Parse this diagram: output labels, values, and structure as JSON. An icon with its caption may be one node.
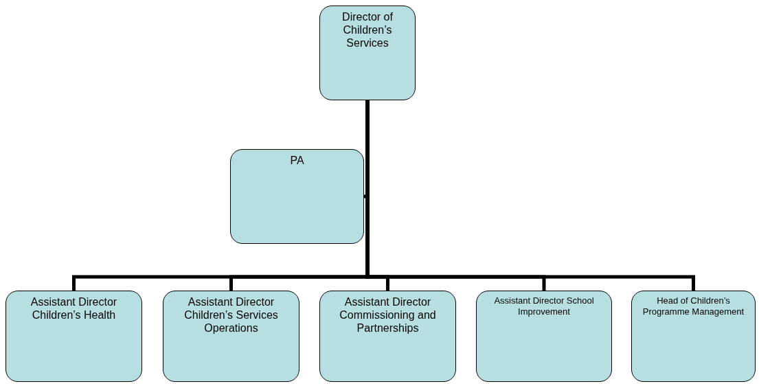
{
  "diagram": {
    "nodes": [
      {
        "text": [
          "Director of Children’s Services"
        ]
      },
      {
        "text": [
          "PA"
        ]
      },
      {
        "text": [
          "Assistant Director Children’s Health"
        ]
      },
      {
        "text": [
          "Assistant Director Children’s Services Operations"
        ]
      },
      {
        "text": [
          "Assistant Director Commissioning and Partnerships"
        ]
      },
      {
        "text": [
          "Assistant Director School Improvement"
        ]
      },
      {
        "text": [
          "Head of Children’s Programme Management"
        ]
      }
    ],
    "edges": [
      {
        "from": 0,
        "to": 1,
        "arrow": "none"
      },
      {
        "from": 0,
        "to": 2,
        "arrow": "none"
      },
      {
        "from": 0,
        "to": 3,
        "arrow": "none"
      },
      {
        "from": 0,
        "to": 4,
        "arrow": "none"
      },
      {
        "from": 0,
        "to": 5,
        "arrow": "none"
      },
      {
        "from": 0,
        "to": 6,
        "arrow": "none"
      }
    ]
  }
}
